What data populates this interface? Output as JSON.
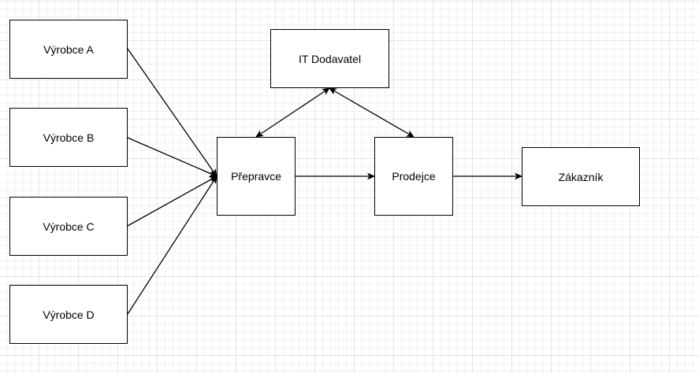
{
  "nodes": {
    "vyrobce_a": "Výrobce A",
    "vyrobce_b": "Výrobce B",
    "vyrobce_c": "Výrobce C",
    "vyrobce_d": "Výrobce D",
    "it_dodavatel": "IT Dodavatel",
    "prepravce": "Přepravce",
    "prodejce": "Prodejce",
    "zakaznik": "Zákazník"
  },
  "edges": [
    {
      "from": "vyrobce_a",
      "to": "prepravce",
      "direction": "forward"
    },
    {
      "from": "vyrobce_b",
      "to": "prepravce",
      "direction": "forward"
    },
    {
      "from": "vyrobce_c",
      "to": "prepravce",
      "direction": "forward"
    },
    {
      "from": "vyrobce_d",
      "to": "prepravce",
      "direction": "forward"
    },
    {
      "from": "prepravce",
      "to": "prodejce",
      "direction": "forward"
    },
    {
      "from": "prodejce",
      "to": "zakaznik",
      "direction": "forward"
    },
    {
      "from": "it_dodavatel",
      "to": "prepravce",
      "direction": "both"
    },
    {
      "from": "it_dodavatel",
      "to": "prodejce",
      "direction": "both"
    }
  ],
  "colors": {
    "stroke": "#000000",
    "node_fill": "#ffffff",
    "grid": "#e4e4e4"
  }
}
